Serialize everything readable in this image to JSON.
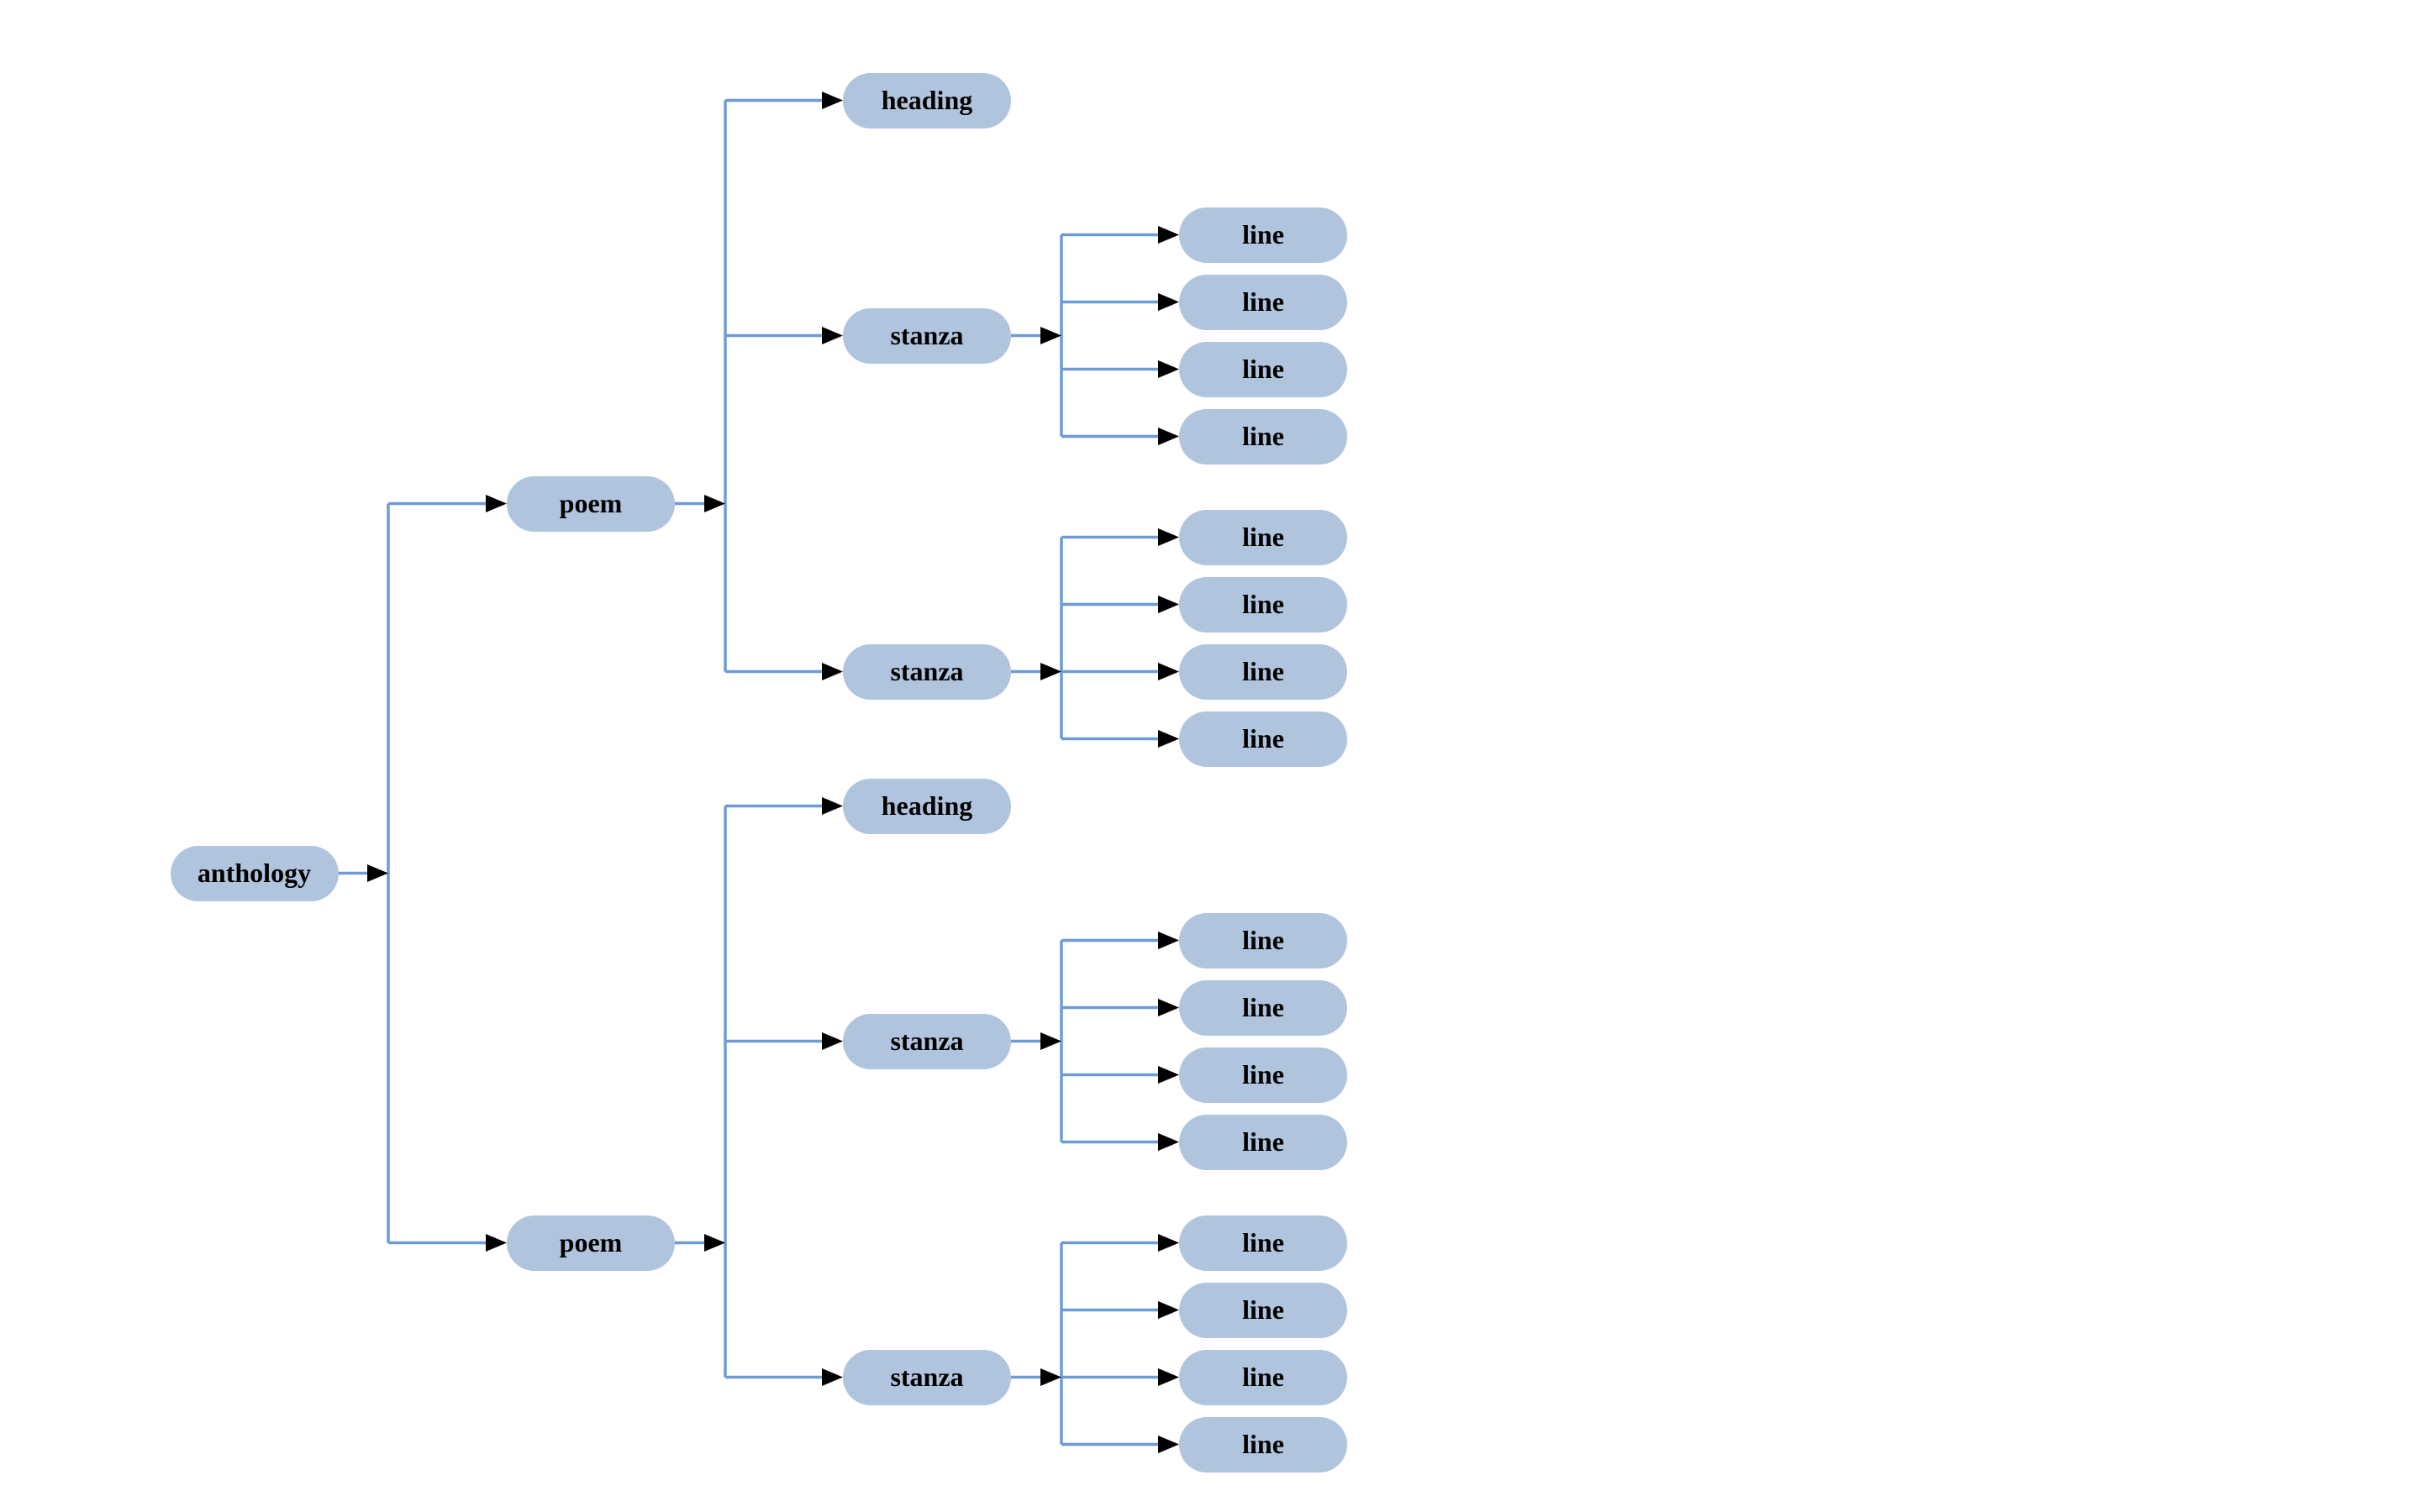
{
  "diagram": {
    "title": "anthology parse tree",
    "type": "tree",
    "direction": "left-to-right",
    "colors": {
      "background": "#ffffff",
      "node_fill": "#b0c4de",
      "edge": "#6f9ad8",
      "arrow": "#000000",
      "text": "#000000"
    },
    "nodes": [
      {
        "id": "anthology",
        "label": "anthology",
        "col": 0,
        "row": 23,
        "children": [
          "poem1",
          "poem2"
        ]
      },
      {
        "id": "poem1",
        "label": "poem",
        "col": 1,
        "row": 12,
        "children": [
          "heading1",
          "stanza1",
          "stanza2"
        ]
      },
      {
        "id": "heading1",
        "label": "heading",
        "col": 2,
        "row": 0,
        "children": []
      },
      {
        "id": "stanza1",
        "label": "stanza",
        "col": 2,
        "row": 7,
        "children": [
          "line1",
          "line2",
          "line3",
          "line4"
        ]
      },
      {
        "id": "line1",
        "label": "line",
        "col": 3,
        "row": 4,
        "children": []
      },
      {
        "id": "line2",
        "label": "line",
        "col": 3,
        "row": 6,
        "children": []
      },
      {
        "id": "line3",
        "label": "line",
        "col": 3,
        "row": 8,
        "children": []
      },
      {
        "id": "line4",
        "label": "line",
        "col": 3,
        "row": 10,
        "children": []
      },
      {
        "id": "stanza2",
        "label": "stanza",
        "col": 2,
        "row": 17,
        "children": [
          "line5",
          "line6",
          "line7",
          "line8"
        ]
      },
      {
        "id": "line5",
        "label": "line",
        "col": 3,
        "row": 13,
        "children": []
      },
      {
        "id": "line6",
        "label": "line",
        "col": 3,
        "row": 15,
        "children": []
      },
      {
        "id": "line7",
        "label": "line",
        "col": 3,
        "row": 17,
        "children": []
      },
      {
        "id": "line8",
        "label": "line",
        "col": 3,
        "row": 19,
        "children": []
      },
      {
        "id": "poem2",
        "label": "poem",
        "col": 1,
        "row": 34,
        "children": [
          "heading2",
          "stanza3",
          "stanza4"
        ]
      },
      {
        "id": "heading2",
        "label": "heading",
        "col": 2,
        "row": 21,
        "children": []
      },
      {
        "id": "stanza3",
        "label": "stanza",
        "col": 2,
        "row": 28,
        "children": [
          "line9",
          "line10",
          "line11",
          "line12"
        ]
      },
      {
        "id": "line9",
        "label": "line",
        "col": 3,
        "row": 25,
        "children": []
      },
      {
        "id": "line10",
        "label": "line",
        "col": 3,
        "row": 27,
        "children": []
      },
      {
        "id": "line11",
        "label": "line",
        "col": 3,
        "row": 29,
        "children": []
      },
      {
        "id": "line12",
        "label": "line",
        "col": 3,
        "row": 31,
        "children": []
      },
      {
        "id": "stanza4",
        "label": "stanza",
        "col": 2,
        "row": 38,
        "children": [
          "line13",
          "line14",
          "line15",
          "line16"
        ]
      },
      {
        "id": "line13",
        "label": "line",
        "col": 3,
        "row": 34,
        "children": []
      },
      {
        "id": "line14",
        "label": "line",
        "col": 3,
        "row": 36,
        "children": []
      },
      {
        "id": "line15",
        "label": "line",
        "col": 3,
        "row": 38,
        "children": []
      },
      {
        "id": "line16",
        "label": "line",
        "col": 3,
        "row": 40,
        "children": []
      }
    ]
  }
}
